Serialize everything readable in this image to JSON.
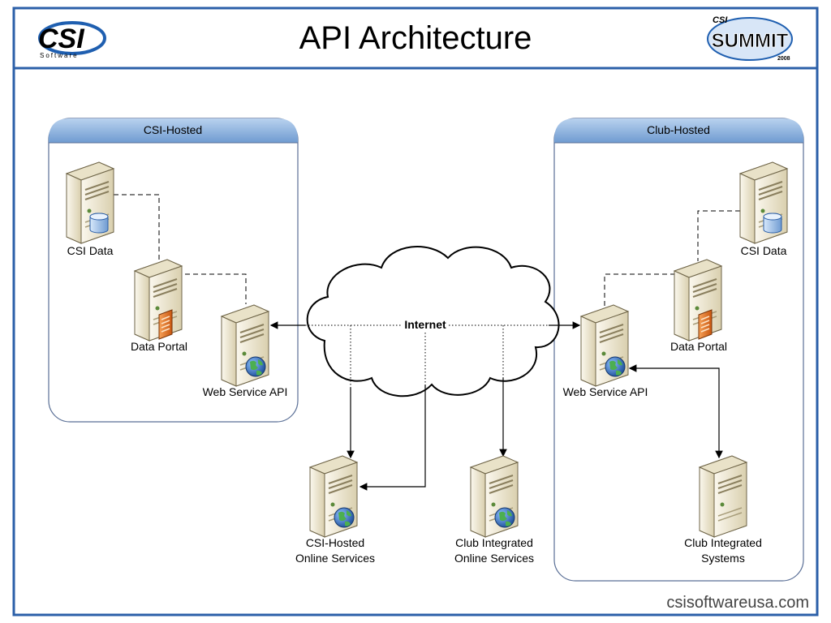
{
  "slide": {
    "title": "API Architecture",
    "footer": "csisoftwareusa.com"
  },
  "logos": {
    "left": {
      "main": "CSI",
      "sub": "Software"
    },
    "right": {
      "top": "CSI",
      "main": "SUMMIT",
      "year": "2008"
    }
  },
  "zones": {
    "left": {
      "title": "CSI-Hosted"
    },
    "right": {
      "title": "Club-Hosted"
    }
  },
  "cloud": {
    "label": "Internet"
  },
  "nodes": {
    "left_csi_data": {
      "label": "CSI Data"
    },
    "left_data_portal": {
      "label": "Data Portal"
    },
    "left_web_api": {
      "label": "Web Service API"
    },
    "right_csi_data": {
      "label": "CSI Data"
    },
    "right_data_portal": {
      "label": "Data Portal"
    },
    "right_web_api": {
      "label": "Web Service API"
    },
    "csi_hosted_online": {
      "label1": "CSI-Hosted",
      "label2": "Online Services"
    },
    "club_integrated_online": {
      "label1": "Club Integrated",
      "label2": "Online Services"
    },
    "club_integrated_systems": {
      "label1": "Club Integrated",
      "label2": "Systems"
    }
  },
  "colors": {
    "frame_border": "#2b5fa8",
    "zone_header_top": "#a9c6e8",
    "zone_header_bottom": "#6f9bd1",
    "server_light": "#f3eedc",
    "server_dark": "#bfb491",
    "globe": "#2f6fc0",
    "portal_orange": "#e8741f",
    "db_blue": "#8fb8e6"
  }
}
